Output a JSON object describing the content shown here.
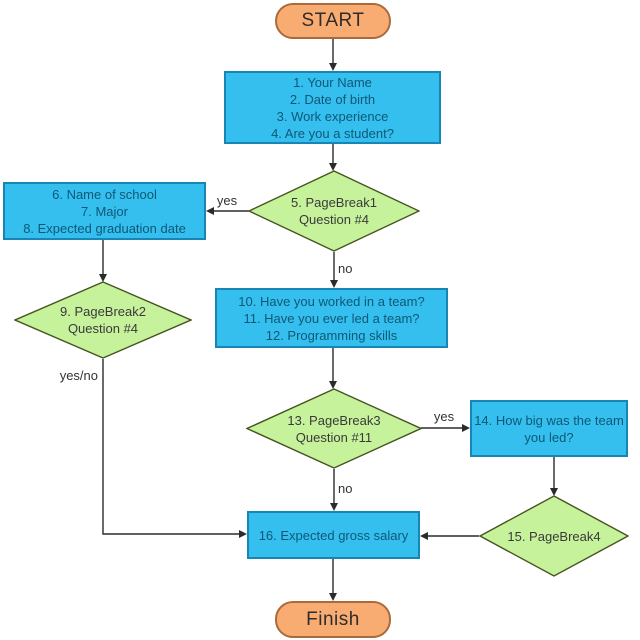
{
  "colors": {
    "process_fill": "#35BFEF",
    "process_border": "#1786B5",
    "process_text": "#0E5876",
    "decision_fill": "#C6F29B",
    "decision_border": "#45531F",
    "decision_text": "#3A3A3A",
    "terminal_fill": "#F9AC72",
    "terminal_border": "#A96B3B",
    "terminal_text": "#2D2D2D",
    "connector": "#2B2B2B",
    "background": "#FFFFFF"
  },
  "nodes": {
    "start": {
      "label": "START"
    },
    "personal_info": {
      "lines": [
        "1. Your Name",
        "2. Date of birth",
        "3. Work experience",
        "4. Are you a student?"
      ]
    },
    "pagebreak1": {
      "lines": [
        "5. PageBreak1",
        "Question #4"
      ]
    },
    "education": {
      "lines": [
        "6. Name of school",
        "7. Major",
        "8. Expected graduation date"
      ]
    },
    "pagebreak2": {
      "lines": [
        "9. PageBreak2",
        "Question #4"
      ]
    },
    "teamwork": {
      "lines": [
        "10. Have you worked in a team?",
        "11. Have you ever led a team?",
        "12. Programming skills"
      ]
    },
    "pagebreak3": {
      "lines": [
        "13. PageBreak3",
        "Question #11"
      ]
    },
    "team_size": {
      "lines": [
        "14. How big was the team",
        "you led?"
      ]
    },
    "pagebreak4": {
      "lines": [
        "15. PageBreak4"
      ]
    },
    "salary": {
      "lines": [
        "16. Expected gross salary"
      ]
    },
    "finish": {
      "label": "Finish"
    }
  },
  "edge_labels": {
    "pb1_yes": "yes",
    "pb1_no": "no",
    "pb2_yesno": "yes/no",
    "pb3_yes": "yes",
    "pb3_no": "no"
  }
}
